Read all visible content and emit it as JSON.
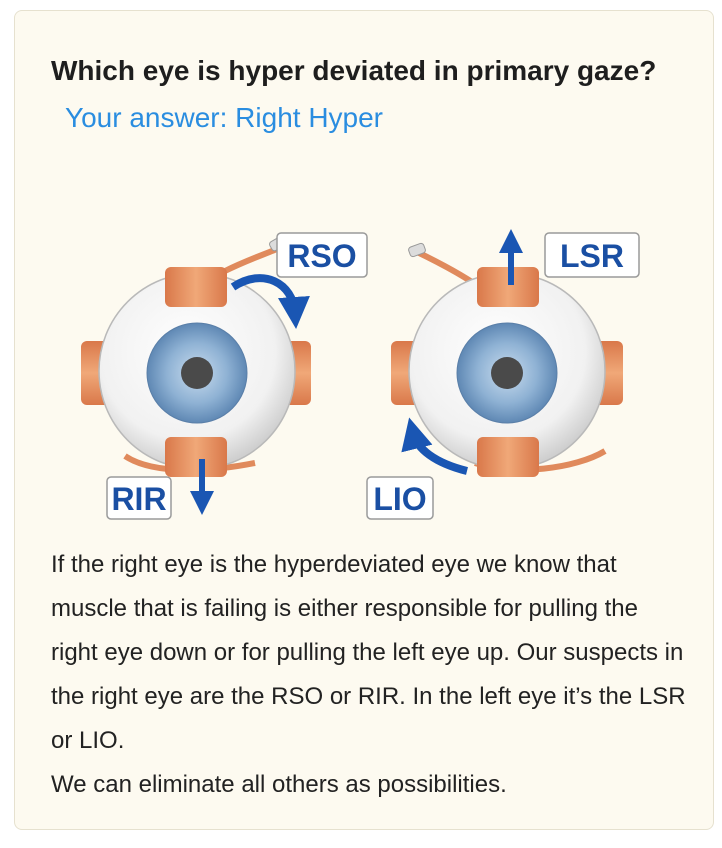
{
  "question": {
    "text": "Which eye is hyper deviated in primary gaze?",
    "answer": "Your answer: Right Hyper"
  },
  "figure": {
    "right_eye": {
      "labels": {
        "top": "RSO",
        "bottom": "RIR"
      }
    },
    "left_eye": {
      "labels": {
        "top": "LSR",
        "bottom": "LIO"
      }
    },
    "colors": {
      "arrow": "#1a56b3",
      "muscle": "#e79a6a",
      "iris": "#7ba2c8",
      "label_text": "#1a4fa3"
    }
  },
  "explanation": {
    "paragraph": "If the right eye is the hyperdeviated eye we know that muscle that is failing is either responsible for pulling the right eye down or for pulling the left eye up. Our suspects in the right eye are the RSO or RIR. In the left eye it’s the LSR or LIO.",
    "conclusion": "We can eliminate all others as possibilities."
  }
}
